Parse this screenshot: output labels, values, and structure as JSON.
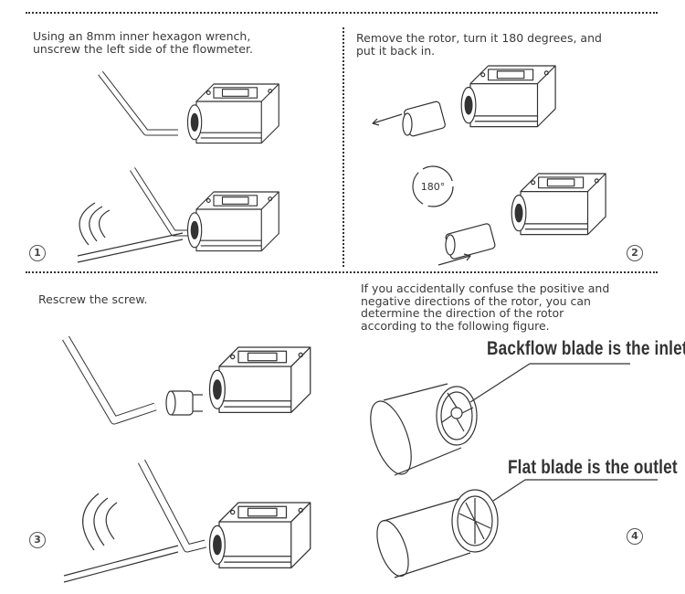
{
  "panels": [
    {
      "step": "1",
      "text": "Using an 8mm inner hexagon wrench,\nunscrew the left side of the flowmeter."
    },
    {
      "step": "2",
      "text": "Remove the rotor, turn it 180 degrees, and\nput it back in.",
      "rotate_label": "180°"
    },
    {
      "step": "3",
      "text": "Rescrew the screw."
    },
    {
      "step": "4",
      "text": "If you accidentally confuse the positive and\nnegative directions of the rotor, you can\ndetermine the direction of the rotor\naccording to the following figure.",
      "inlet_label": "Backflow blade is the inlet",
      "outlet_label": "Flat blade is the outlet"
    }
  ],
  "colors": {
    "line": "#333333",
    "text": "#3a3a3a"
  }
}
